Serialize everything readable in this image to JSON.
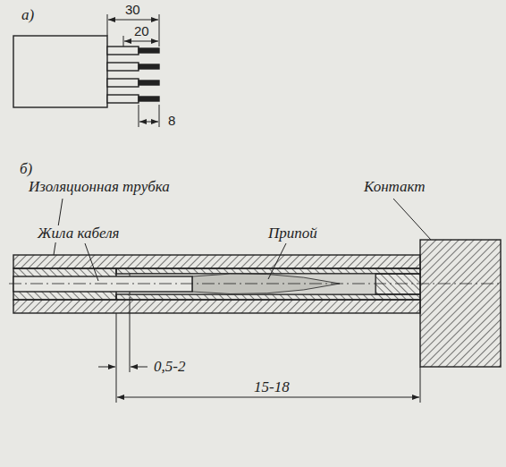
{
  "diagram": {
    "labels": [
      "а)",
      "30",
      "20",
      "8",
      "б)",
      "Изоляционная трубка",
      "Контакт",
      "Жила кабеля",
      "Припой",
      "0,5-2",
      "15-18"
    ]
  }
}
